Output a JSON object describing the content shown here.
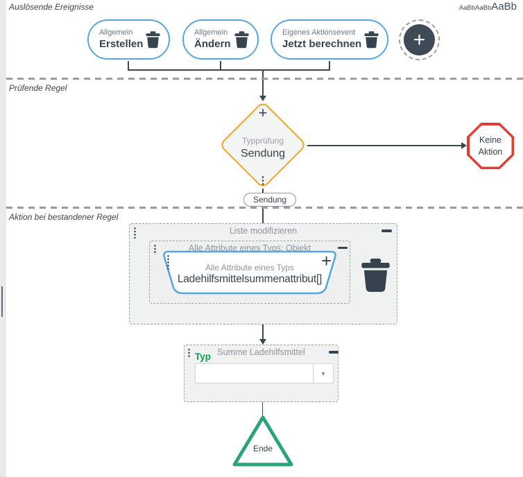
{
  "header": {
    "section1_label": "Auslösende Ereignisse",
    "font_preview_small": "AaBbAaBb",
    "font_preview_large": "AaBb"
  },
  "sections": {
    "rule_label": "Prüfende Regel",
    "action_label": "Aktion bei bestandener Regel"
  },
  "triggers": [
    {
      "category": "Allgemein",
      "name": "Erstellen"
    },
    {
      "category": "Allgemein",
      "name": "Ändern"
    },
    {
      "category": "Eigenes Aktionsevent",
      "name": "Jetzt berechnen"
    }
  ],
  "rule": {
    "check_type": "Typprüfung",
    "check_name": "Sendung",
    "no_action_line1": "Keine",
    "no_action_line2": "Aktion",
    "connector_label": "Sendung"
  },
  "action": {
    "list_block_title": "Liste modifizieren",
    "object_block_title": "Alle Attribute eines Typs: Objekt",
    "trapezoid_label": "Alle Attribute eines Typs",
    "trapezoid_value": "Ladehilfsmittelsummenattribut[]",
    "sum_block_title": "Summe Ladehilfsmittel",
    "sum_field_label": "Typ",
    "sum_field_value": ""
  },
  "end_node": {
    "label": "Ende"
  },
  "icons": {
    "plus": "+",
    "ellipsis": "⋮",
    "dropdown_arrow": "▼"
  },
  "colors": {
    "accent_blue": "#54a7e0",
    "accent_orange": "#f6a426",
    "accent_red": "#e23d35",
    "node_green": "#2aa27b",
    "label_green": "#0aa14f",
    "dark": "#36424d",
    "muted": "#8d959d"
  }
}
